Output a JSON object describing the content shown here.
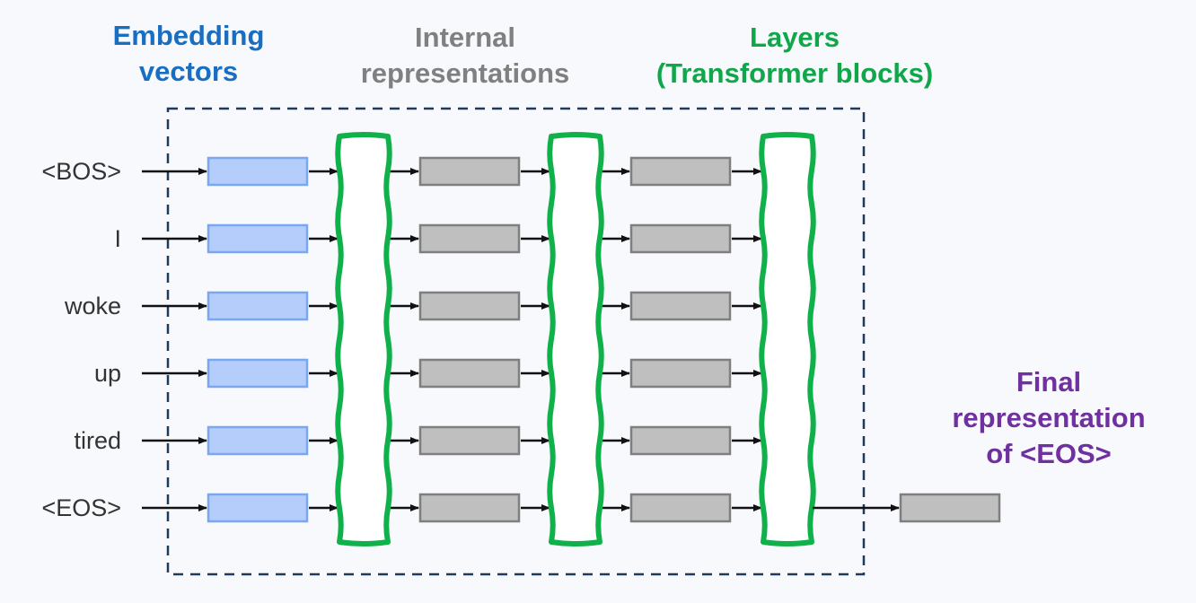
{
  "headings": {
    "embedding": {
      "line1": "Embedding",
      "line2": "vectors"
    },
    "internal": {
      "line1": "Internal",
      "line2": "representations"
    },
    "layers": {
      "line1": "Layers",
      "line2": "(Transformer blocks)"
    },
    "final": {
      "line1": "Final",
      "line2": "representation",
      "line3": "of <EOS>"
    }
  },
  "tokens": [
    "<BOS>",
    "I",
    "woke",
    "up",
    "tired",
    "<EOS>"
  ],
  "colors": {
    "embedding_heading": "#1a6ec1",
    "internal_heading": "#808080",
    "layers_heading": "#10a64a",
    "final_heading": "#7030a0",
    "embedding_box_fill": "#b4cdfa",
    "embedding_box_stroke": "#7aa7ef",
    "internal_box_fill": "#bfbfbf",
    "internal_box_stroke": "#7f7f7f",
    "layer_stroke": "#10b04a",
    "frame_stroke": "#1f3a5a",
    "arrow": "#111111"
  },
  "structure": {
    "transformer_layer_count": 3,
    "internal_representation_columns": 2,
    "output_token": "<EOS>"
  }
}
